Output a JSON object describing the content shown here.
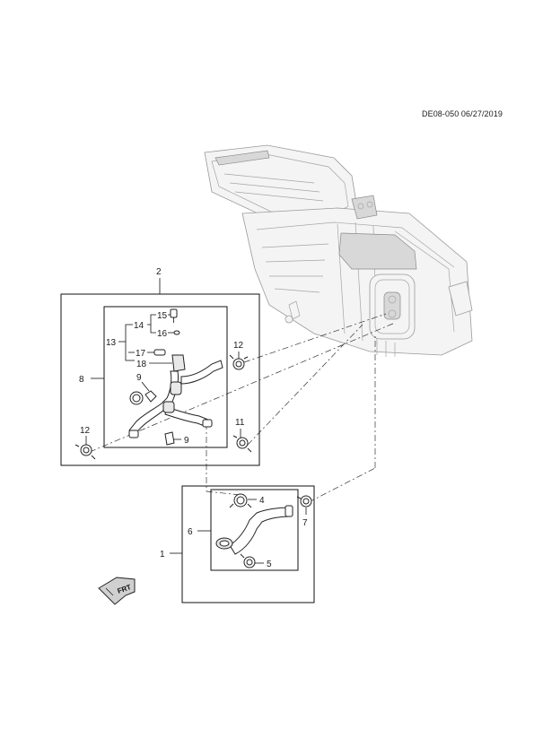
{
  "header": {
    "document_code": "DE08-050 06/27/2019"
  },
  "callouts": {
    "c1": "1",
    "c2": "2",
    "c4": "4",
    "c5": "5",
    "c6": "6",
    "c7": "7",
    "c8": "8",
    "c9a": "9",
    "c9b": "9",
    "c11": "11",
    "c12a": "12",
    "c12b": "12",
    "c13": "13",
    "c14": "14",
    "c15": "15",
    "c16": "16",
    "c17": "17",
    "c18": "18"
  },
  "direction_arrow": {
    "label": "FRT"
  }
}
